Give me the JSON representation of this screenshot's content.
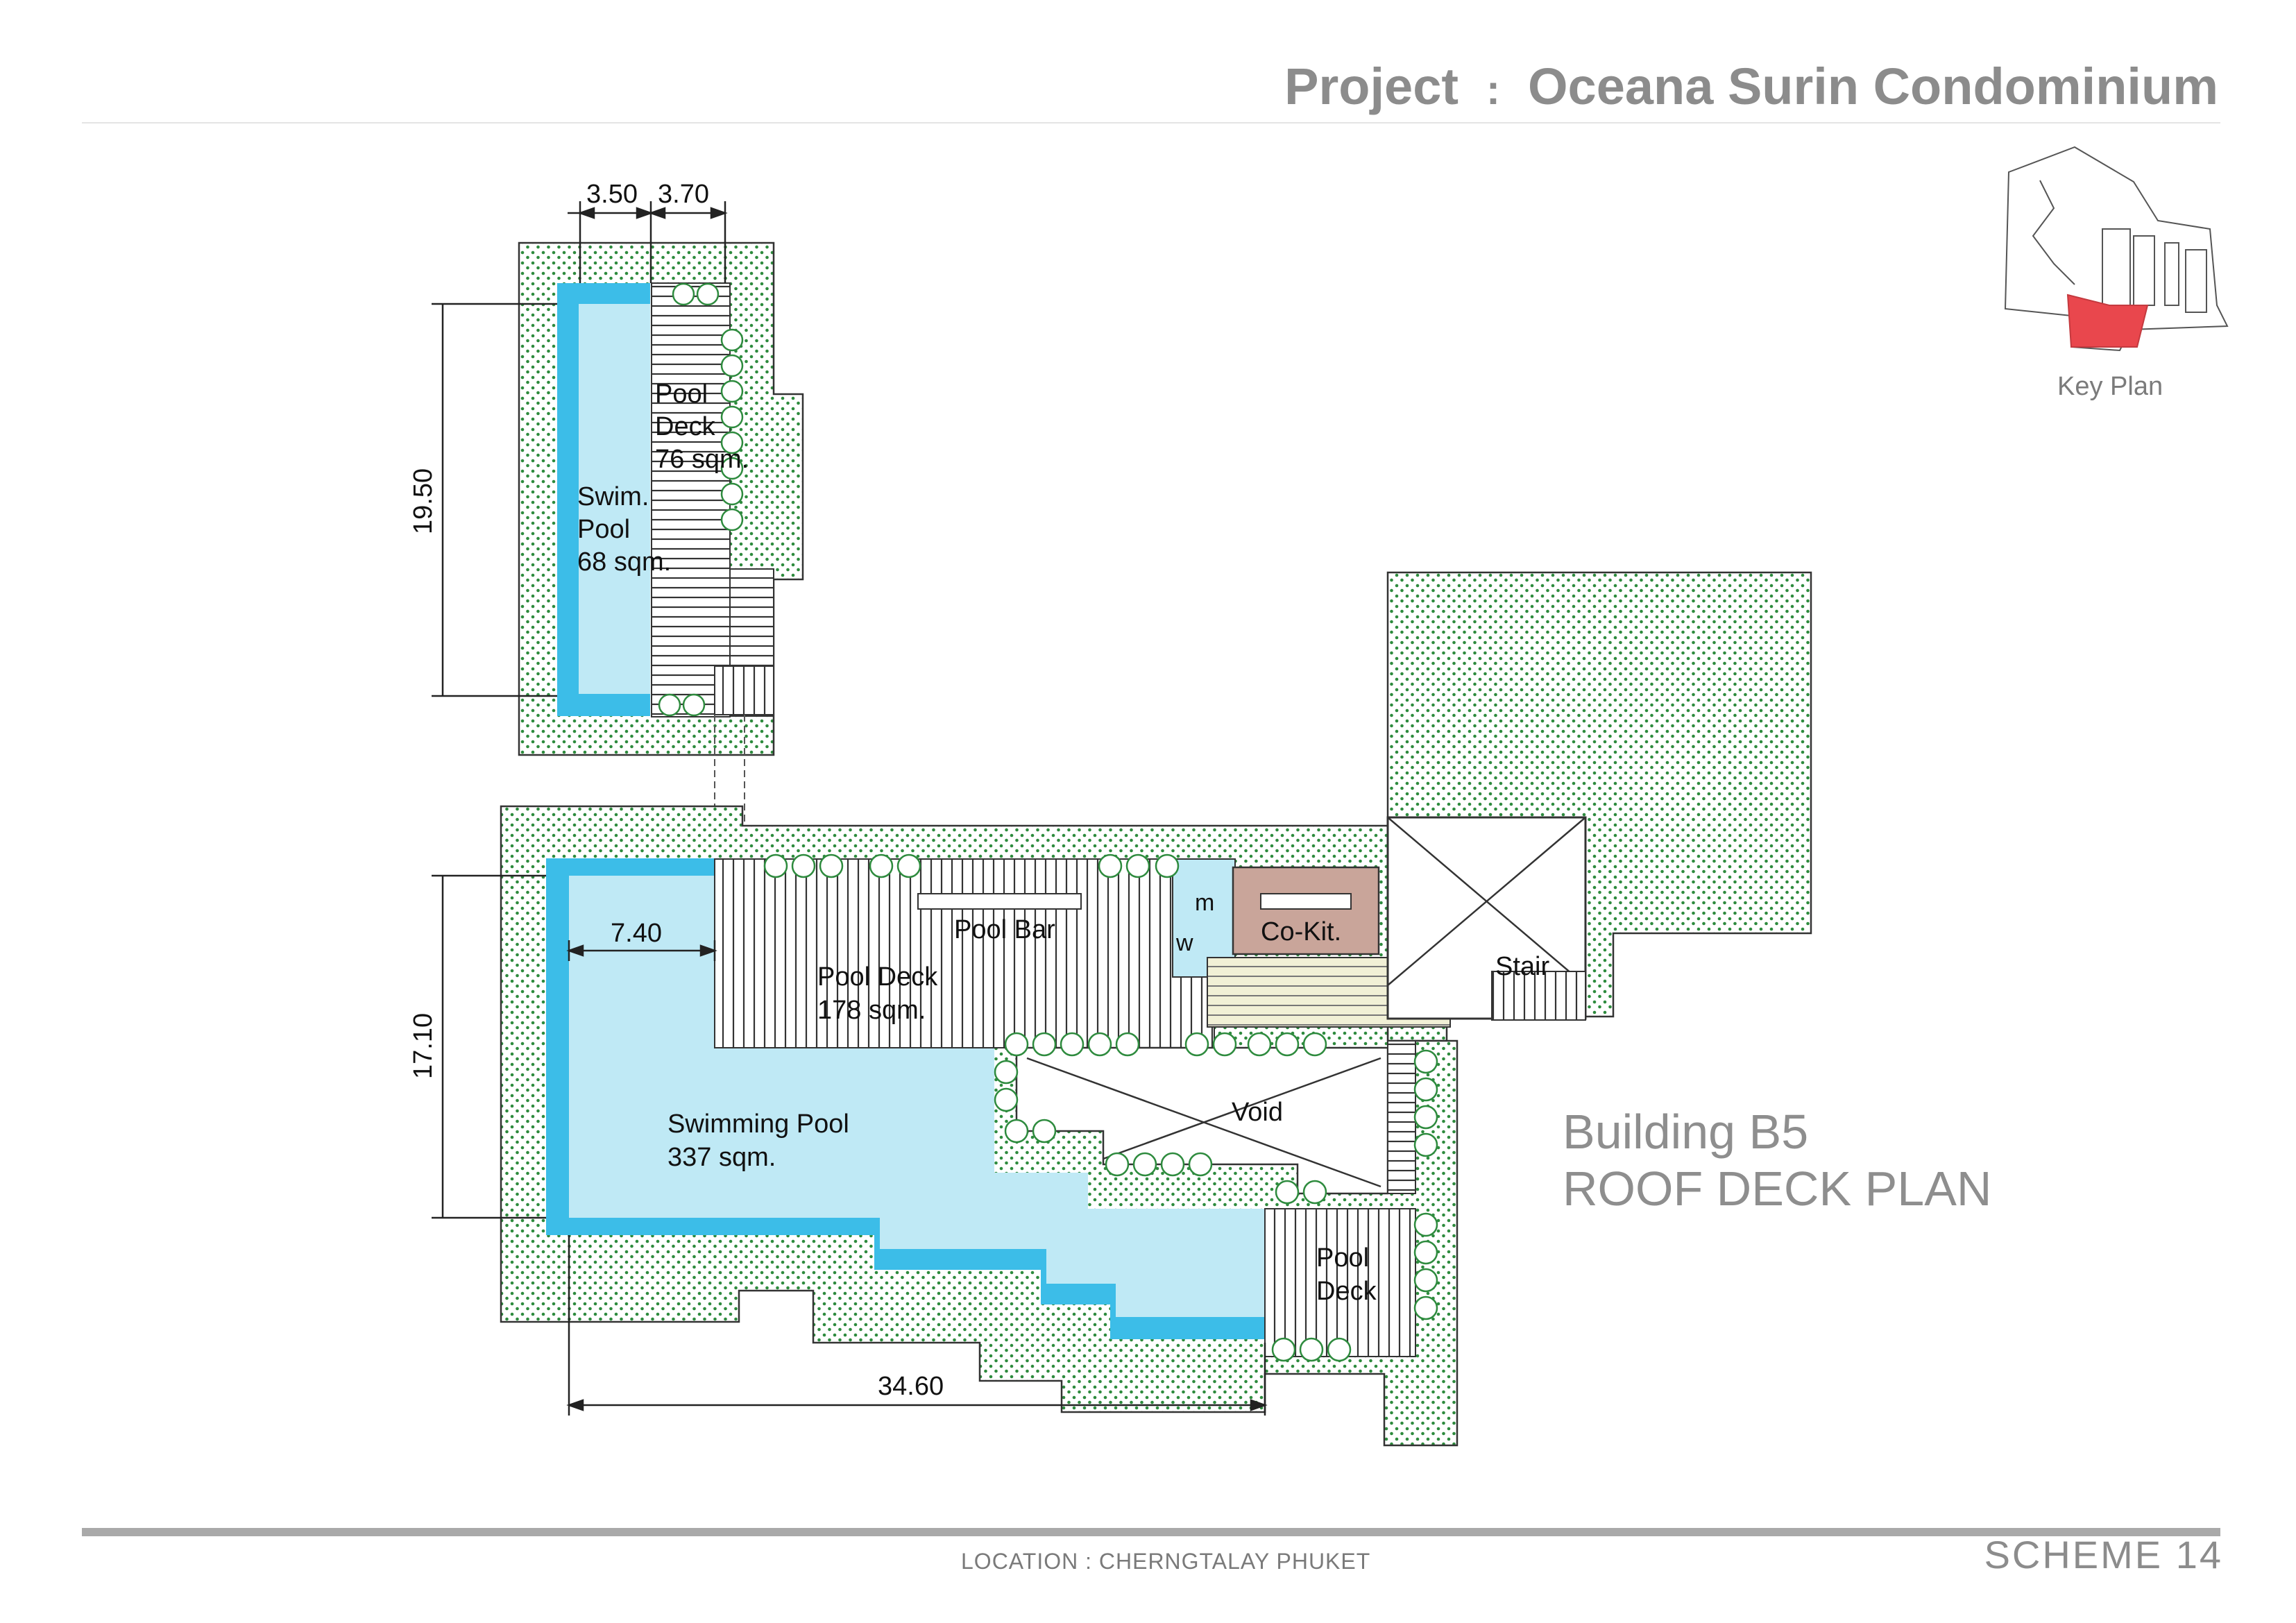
{
  "header": {
    "project_label": "Project",
    "separator": ":",
    "project_name": "Oceana Surin Condominium"
  },
  "key_plan": {
    "label": "Key Plan",
    "highlight_color": "#e9474d"
  },
  "building_title": {
    "line1": "Building B5",
    "line2": "ROOF DECK PLAN"
  },
  "footer": {
    "location": "LOCATION  :  CHERNGTALAY PHUKET",
    "scheme": "SCHEME 14"
  },
  "plan": {
    "upper": {
      "dim_width_pool": "3.50",
      "dim_width_deck": "3.70",
      "dim_length": "19.50",
      "pool_label": [
        "Swim.",
        "Pool",
        "68 sqm."
      ],
      "deck_label": [
        "Pool",
        "Deck",
        "76 sqm."
      ]
    },
    "lower": {
      "dim_length": "17.10",
      "dim_width": "7.40",
      "dim_total": "34.60",
      "pool_label": [
        "Swimming Pool",
        "337 sqm."
      ],
      "deck_label": [
        "Pool Deck",
        "178 sqm."
      ],
      "bar_label": "Pool Bar",
      "cokit_label": "Co-Kit.",
      "m_label": "m",
      "w_label": "w",
      "void_label": "Void",
      "stair_label": "Stair",
      "deck2_label": [
        "Pool",
        "Deck"
      ]
    },
    "colors": {
      "pool_edge": "#3cbde8",
      "pool_water": "#bfe9f5",
      "planting_dots": "#2e8b3e",
      "cokit": "#c9a59a"
    }
  }
}
